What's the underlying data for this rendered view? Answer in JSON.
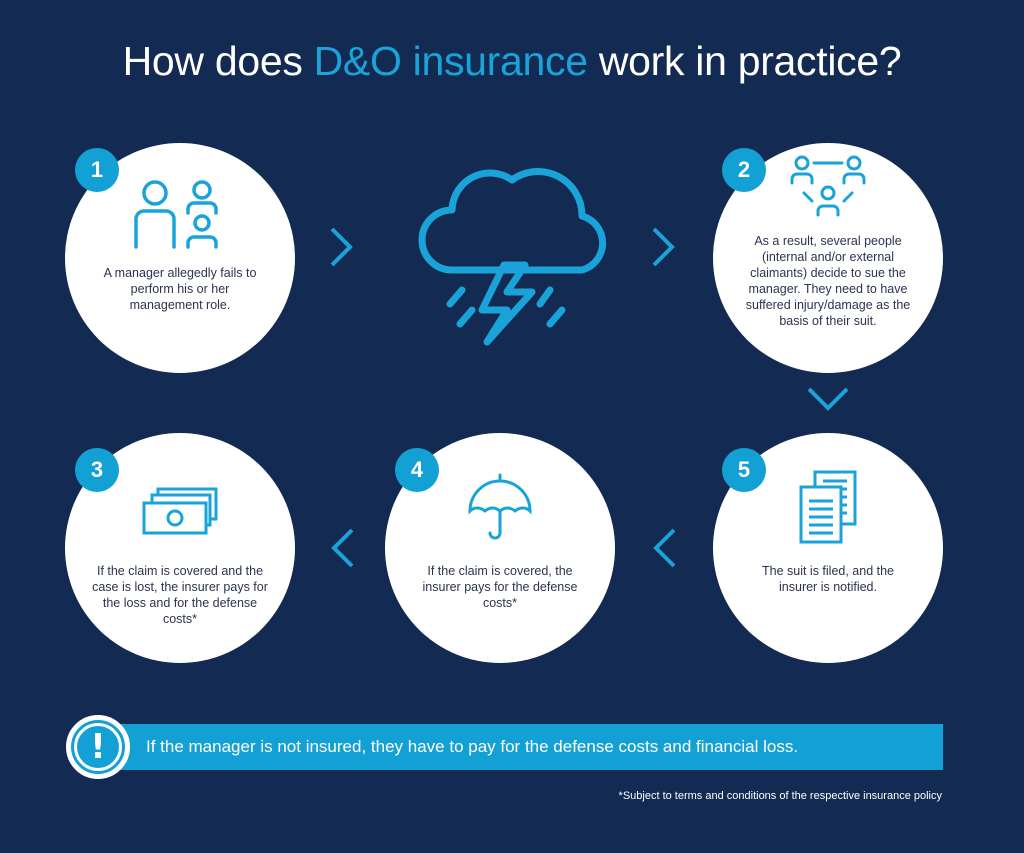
{
  "title": {
    "pre": "How does ",
    "highlight": "D&O insurance",
    "post": " work in practice?"
  },
  "steps": [
    {
      "number": "1",
      "icon": "people-icon",
      "text": "A manager allegedly fails to perform his or her management role."
    },
    {
      "number": "2",
      "icon": "network-people-icon",
      "text": "As a result, several people (internal and/or external claimants) decide to sue the manager. They need to have suffered injury/damage as the basis of their suit."
    },
    {
      "number": "3",
      "icon": "money-icon",
      "text": "If the claim is covered and the case is lost, the insurer pays for the loss and for the defense costs*"
    },
    {
      "number": "4",
      "icon": "umbrella-icon",
      "text": "If the claim is covered, the insurer pays for the defense costs*"
    },
    {
      "number": "5",
      "icon": "documents-icon",
      "text": "The suit is filed, and the insurer is notified."
    }
  ],
  "banner": {
    "text": "If the manager is not insured, they have to pay for the defense costs and financial loss.",
    "icon": "exclamation-icon"
  },
  "footnote": "*Subject to terms and conditions of the respective insurance policy",
  "colors": {
    "background": "#132a52",
    "accent": "#13a0d5",
    "circle": "#ffffff"
  }
}
